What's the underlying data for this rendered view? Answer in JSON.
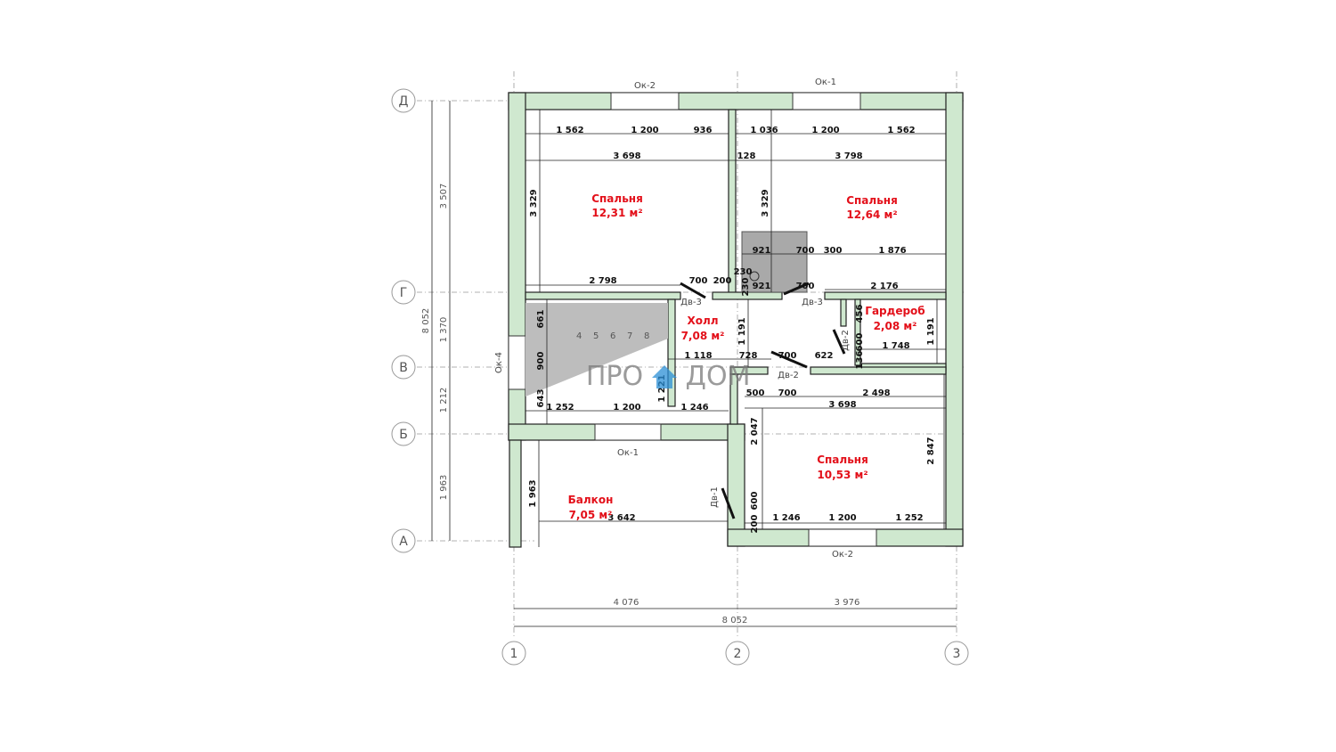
{
  "axes": {
    "rows": [
      "Д",
      "Г",
      "В",
      "Б",
      "А"
    ],
    "columns": [
      "1",
      "2",
      "3"
    ]
  },
  "rooms": [
    {
      "name": "Спальня",
      "area": "12,31 м²"
    },
    {
      "name": "Спальня",
      "area": "12,64 м²"
    },
    {
      "name": "Холл",
      "area": "7,08 м²"
    },
    {
      "name": "Гардероб",
      "area": "2,08 м²"
    },
    {
      "name": "Спальня",
      "area": "10,53 м²"
    },
    {
      "name": "Балкон",
      "area": "7,05 м²"
    }
  ],
  "windows": [
    "Ок-2",
    "Ок-1",
    "Ок-4",
    "Ок-1",
    "Ок-2"
  ],
  "doors": [
    "Дв-3",
    "Дв-3",
    "Дв-2",
    "Дв-2",
    "Дв-1"
  ],
  "stair_steps": [
    "4",
    "5",
    "6",
    "7",
    "8"
  ],
  "logo": {
    "left": "ПРО",
    "right": "ДОМ"
  },
  "overall_dims": {
    "left_total": "8 052",
    "left_segments": [
      "3 507",
      "1 370",
      "1 212",
      "1 963"
    ],
    "bottom_segments": [
      "4 076",
      "3 976"
    ],
    "bottom_total": "8 052"
  },
  "inner_dims": {
    "top_left_row": [
      "1 562",
      "1 200",
      "936"
    ],
    "top_right_row": [
      "1 036",
      "1 200",
      "1 562"
    ],
    "second_row": [
      "3 698",
      "128",
      "3 798"
    ],
    "bed1_height": "3 329",
    "bed2_height": "3 329",
    "bed1_bottom": "2 798",
    "hall_top": [
      "700",
      "200"
    ],
    "bath_row": [
      "921",
      "700",
      "300",
      "1 876"
    ],
    "bath_small": [
      "230",
      "230",
      "921",
      "700"
    ],
    "ward_top": "2 176",
    "hall_left": [
      "661",
      "900",
      "643"
    ],
    "hall_mid": [
      "1 118",
      "728"
    ],
    "hall_h": "1 191",
    "corr": [
      "700",
      "622"
    ],
    "ward": [
      "456",
      "600",
      "136",
      "1 748",
      "1 191"
    ],
    "stair_w": "1 221",
    "hall_bottom": [
      "1 252",
      "1 200",
      "1 246"
    ],
    "bed3_top": [
      "500",
      "700",
      "2 498"
    ],
    "bed3_w": "3 698",
    "bed3_left": "2 047",
    "bed3_right": "2 847",
    "bed3_bottom": [
      "1 246",
      "1 200",
      "1 252"
    ],
    "bed3_small": [
      "600",
      "200"
    ],
    "balcony": [
      "1 963",
      "3 642"
    ]
  }
}
